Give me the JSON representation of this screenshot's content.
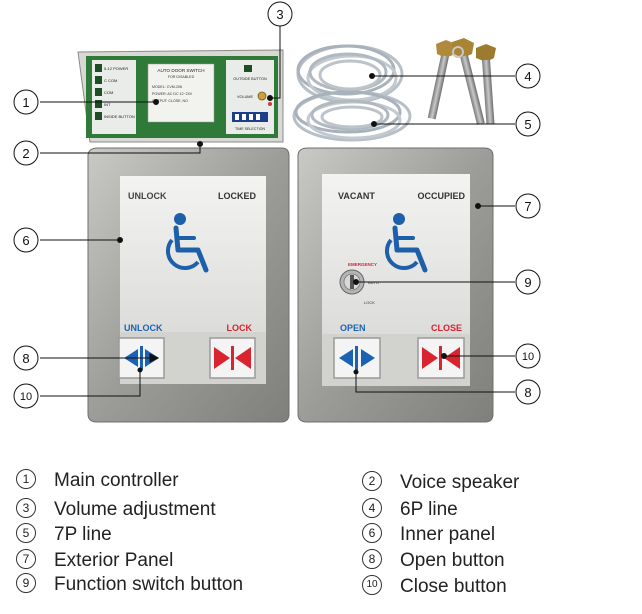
{
  "controller": {
    "left_labels": [
      "5-12 POWER",
      "C COM",
      "COM",
      "INT",
      "INSIDE BUTTON"
    ],
    "center_title": "AUTO DOOR SWITCH",
    "center_subtitle": "FOR DISABLED",
    "model": "MODEL: CVM-206",
    "power": "POWER: AC DC 12~24V",
    "output": "OUTPUT: CLOSE, NO",
    "right_labels": [
      "OUTSIDE BUTTON",
      "VOLUME"
    ],
    "footer": "TIME SELECTION"
  },
  "inner_panel": {
    "top_left": "UNLOCK",
    "top_right": "LOCKED",
    "btn_left_label": "UNLOCK",
    "btn_right_label": "LOCK"
  },
  "exterior_panel": {
    "top_left": "VACANT",
    "top_right": "OCCUPIED",
    "key_emergency": "EMERGENCY",
    "key_auto": "AUTO",
    "key_lock": "LOCK",
    "btn_left_label": "OPEN",
    "btn_right_label": "CLOSE"
  },
  "callouts": [
    {
      "id": "1",
      "text": "①"
    },
    {
      "id": "2",
      "text": "②"
    },
    {
      "id": "3",
      "text": "③"
    },
    {
      "id": "4",
      "text": "④"
    },
    {
      "id": "5",
      "text": "⑤"
    },
    {
      "id": "6",
      "text": "⑥"
    },
    {
      "id": "7",
      "text": "⑦"
    },
    {
      "id": "8a",
      "text": "⑧"
    },
    {
      "id": "8b",
      "text": "⑧"
    },
    {
      "id": "9",
      "text": "⑨"
    },
    {
      "id": "10a",
      "text": "⑩"
    },
    {
      "id": "10b",
      "text": "⑩"
    }
  ],
  "legend": [
    {
      "num": "①",
      "label": "Main controller"
    },
    {
      "num": "②",
      "label": "Voice speaker"
    },
    {
      "num": "③",
      "label": "Volume adjustment"
    },
    {
      "num": "④",
      "label": "6P line"
    },
    {
      "num": "⑤",
      "label": "7P line"
    },
    {
      "num": "⑥",
      "label": "Inner panel"
    },
    {
      "num": "⑦",
      "label": "Exterior Panel"
    },
    {
      "num": "⑧",
      "label": "Open button"
    },
    {
      "num": "⑨",
      "label": "Function switch button"
    },
    {
      "num": "⑩",
      "label": "Close  button"
    }
  ],
  "colors": {
    "panel_frame": "#9e9e9a",
    "panel_face": "#e8e9e7",
    "wheelchair_blue": "#1d5fa8",
    "lock_red": "#d9232e",
    "unlock_blue": "#1b62b5",
    "pcb_green": "#2f7a39",
    "cable_gray": "#b7bfc7",
    "key_gold": "#b08a3c"
  }
}
